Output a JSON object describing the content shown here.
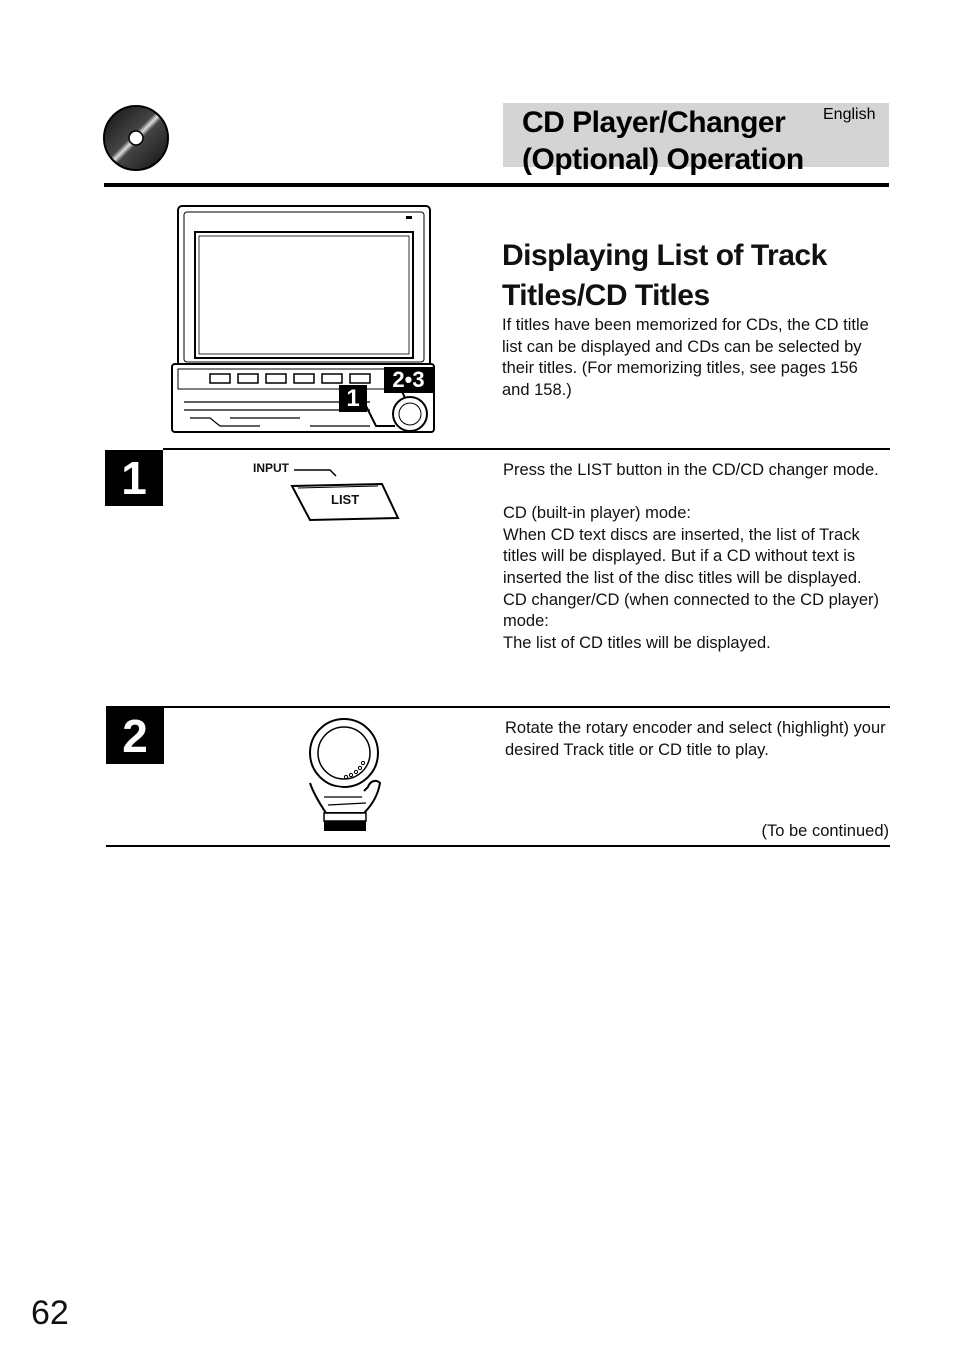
{
  "header": {
    "title_line1": "CD Player/Changer",
    "title_line2": "(Optional) Operation",
    "language": "English"
  },
  "section": {
    "title_line1": "Displaying List of Track",
    "title_line2": "Titles/CD Titles",
    "intro": "If titles have been memorized for CDs, the CD title list can be displayed and CDs can be selected by their titles. (For memorizing titles, see pages 156 and 158.)"
  },
  "device_figure": {
    "callout_1": "1",
    "callout_23": "2•3"
  },
  "steps": [
    {
      "number": "1",
      "figure": {
        "input_label": "INPUT",
        "list_label": "LIST"
      },
      "paragraphs": [
        "Press the LIST button in the CD/CD changer mode.",
        "",
        "CD (built-in player) mode:",
        "When CD text discs are inserted, the list of Track titles will be displayed. But if a CD without text is inserted the list of the disc titles will be displayed.",
        "CD changer/CD (when connected to the CD player) mode:",
        "The list of CD titles will be displayed."
      ]
    },
    {
      "number": "2",
      "paragraphs": [
        "Rotate the rotary encoder and select (highlight) your desired Track title or CD title to play."
      ],
      "continued": "(To be continued)"
    }
  ],
  "page_number": "62"
}
